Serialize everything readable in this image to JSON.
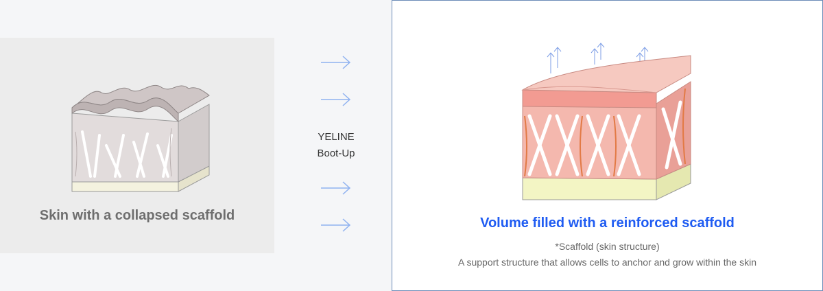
{
  "left": {
    "caption": "Skin with a collapsed scaffold"
  },
  "middle": {
    "line1": "YELINE",
    "line2": "Boot-Up"
  },
  "right": {
    "caption": "Volume filled with a reinforced scaffold",
    "note_line1": "*Scaffold (skin structure)",
    "note_line2": "A support structure that allows cells to anchor and grow within the skin"
  },
  "colors": {
    "accent": "#1f5cf2",
    "arrow": "#8fb2f0",
    "panel_border": "#6b8bb8"
  },
  "icons": [
    "right-arrow-icon",
    "up-arrow-icon"
  ]
}
